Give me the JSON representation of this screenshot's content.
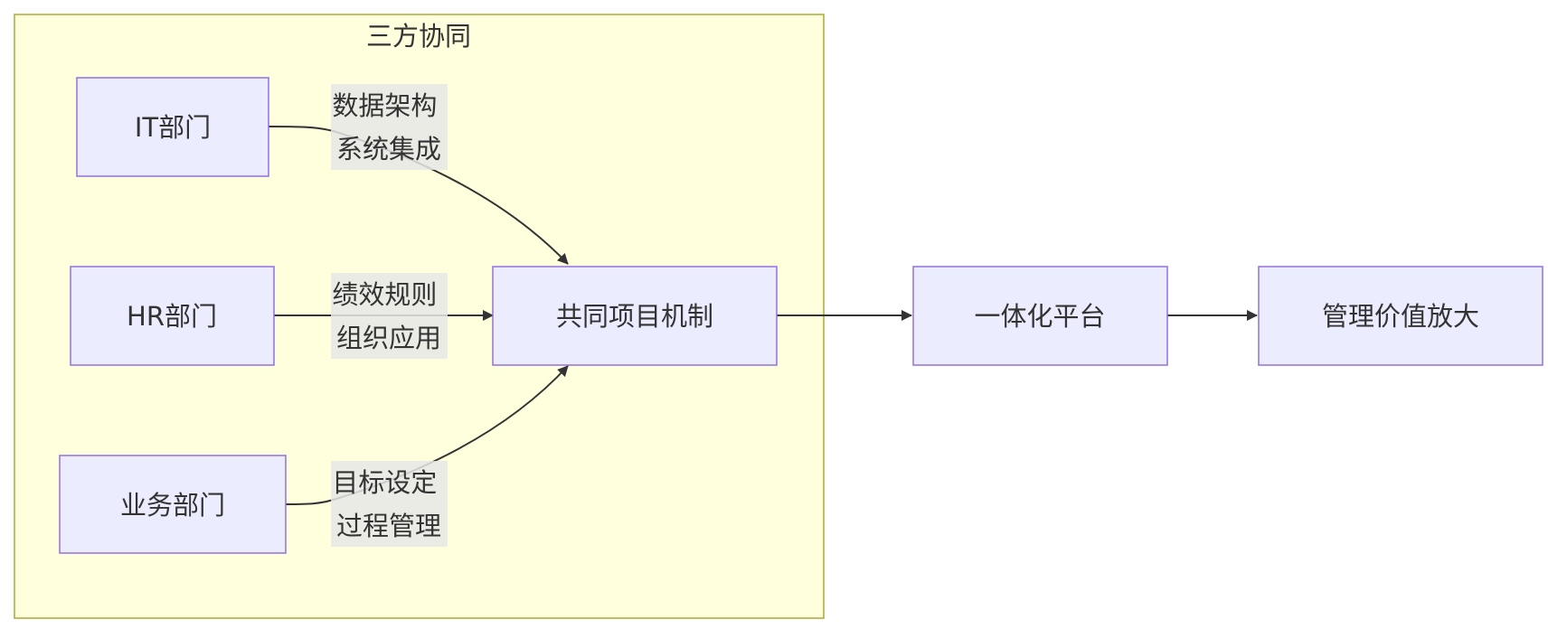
{
  "cluster": {
    "title": "三方协同"
  },
  "nodes": {
    "it": "IT部门",
    "hr": "HR部门",
    "business": "业务部门",
    "mechanism": "共同项目机制",
    "platform": "一体化平台",
    "value": "管理价值放大"
  },
  "edge_labels": {
    "it_to_mechanism": [
      "数据架构",
      "系统集成"
    ],
    "hr_to_mechanism": [
      "绩效规则",
      "组织应用"
    ],
    "business_to_mechanism": [
      "目标设定",
      "过程管理"
    ]
  },
  "colors": {
    "cluster_fill": "#ffffde",
    "cluster_stroke": "#aaaa33",
    "node_fill": "#ececff",
    "node_stroke": "#9370db",
    "edge": "#333333",
    "label_bg": "#e8e8e8"
  }
}
